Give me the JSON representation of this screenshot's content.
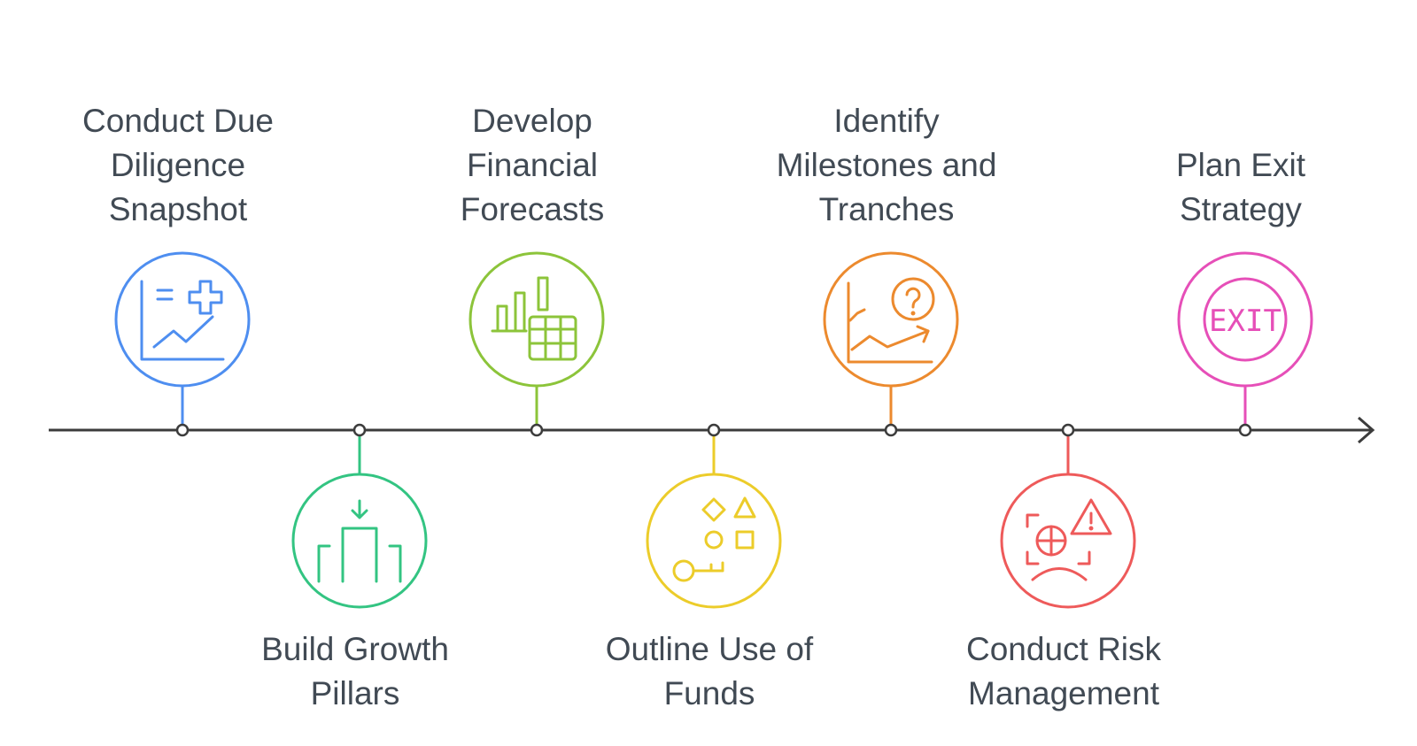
{
  "steps": [
    {
      "id": "due-diligence",
      "label_lines": [
        "Conduct Due",
        "Diligence",
        "Snapshot"
      ],
      "position": "above",
      "color": "#4e8ef0",
      "icon": "chart-plus-icon"
    },
    {
      "id": "growth-pillars",
      "label_lines": [
        "Build Growth",
        "Pillars"
      ],
      "position": "below",
      "color": "#33c482",
      "icon": "pillars-icon"
    },
    {
      "id": "financial-forecasts",
      "label_lines": [
        "Develop",
        "Financial",
        "Forecasts"
      ],
      "position": "above",
      "color": "#8cc43a",
      "icon": "bar-chart-table-icon"
    },
    {
      "id": "use-of-funds",
      "label_lines": [
        "Outline Use of",
        "Funds"
      ],
      "position": "below",
      "color": "#eccc2a",
      "icon": "shapes-key-icon"
    },
    {
      "id": "milestones",
      "label_lines": [
        "Identify",
        "Milestones and",
        "Tranches"
      ],
      "position": "above",
      "color": "#ec8a2e",
      "icon": "trend-question-icon"
    },
    {
      "id": "risk-management",
      "label_lines": [
        "Conduct Risk",
        "Management"
      ],
      "position": "below",
      "color": "#ee5a5a",
      "icon": "risk-warning-icon"
    },
    {
      "id": "exit-strategy",
      "label_lines": [
        "Plan Exit",
        "Strategy"
      ],
      "position": "above",
      "color": "#e64fb8",
      "icon": "exit-icon",
      "icon_text": "EXIT"
    }
  ]
}
